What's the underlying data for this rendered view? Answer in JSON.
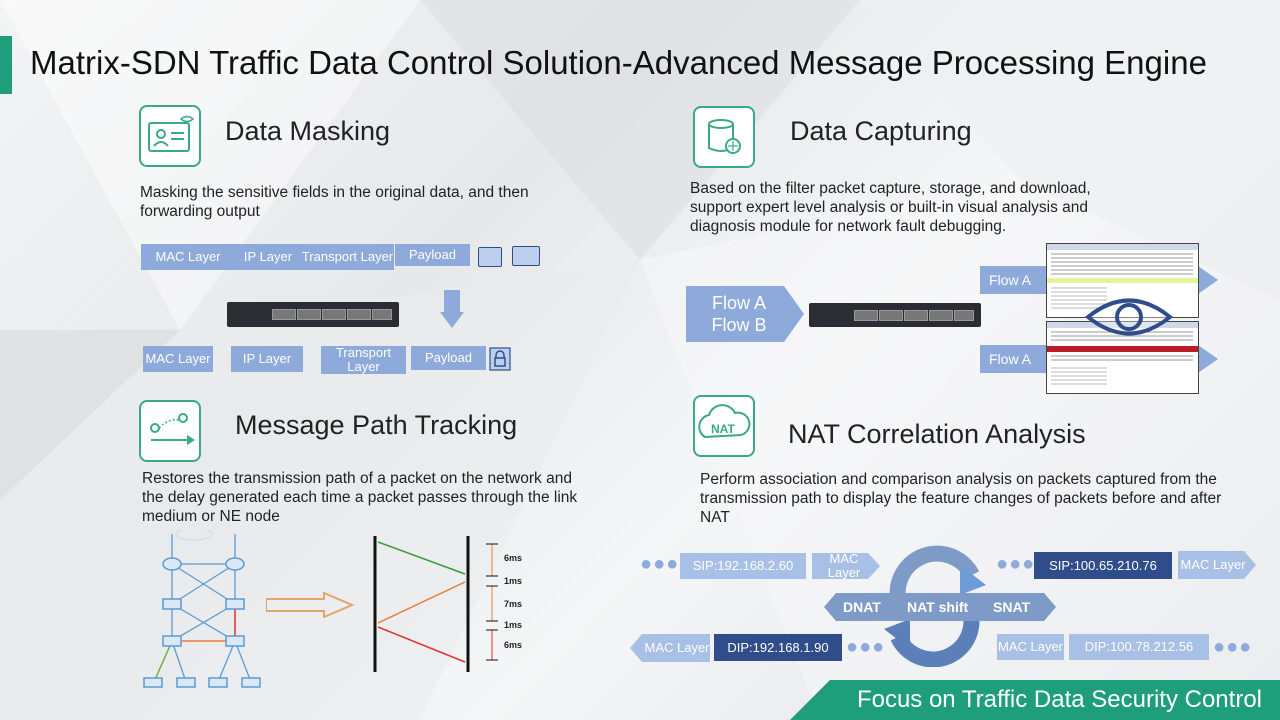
{
  "title": "Matrix-SDN Traffic Data Control Solution-Advanced Message Processing Engine",
  "footer": "Focus on Traffic Data Security Control",
  "masking": {
    "title": "Data Masking",
    "desc": "Masking the sensitive fields in the original data, and then forwarding output",
    "top_layers": [
      "MAC Layer",
      "IP Layer",
      "Transport Layer",
      "Payload"
    ],
    "bottom_layers": [
      "MAC Layer",
      "IP Layer",
      "Transport Layer",
      "Payload"
    ]
  },
  "capturing": {
    "title": "Data Capturing",
    "desc": "Based on the filter packet capture, storage, and download, support expert level analysis or built-in visual analysis and diagnosis module for network fault debugging.",
    "flow_in_1": "Flow A",
    "flow_in_2": "Flow B",
    "flow_out_1": "Flow A",
    "flow_out_2": "Flow A"
  },
  "tracking": {
    "title": "Message Path Tracking",
    "desc": "Restores the transmission path of a packet on the network and the delay generated each time a packet passes through the link medium or NE node",
    "delays": [
      "6ms",
      "1ms",
      "7ms",
      "1ms",
      "6ms"
    ]
  },
  "nat": {
    "title": "NAT Correlation Analysis",
    "desc": "Perform association and comparison analysis on packets captured from the transmission path to display the feature changes of packets before and after NAT",
    "sip_private": "SIP:192.168.2.60",
    "mac_1": "MAC Layer",
    "sip_public": "SIP:100.65.210.76",
    "mac_2": "MAC Layer",
    "dnat": "DNAT",
    "nat_shift": "NAT shift",
    "snat": "SNAT",
    "mac_3": "MAC Layer",
    "dip_private": "DIP:192.168.1.90",
    "mac_4": "MAC Layer",
    "dip_public": "DIP:100.78.212.56",
    "nat_icon_text": "NAT"
  },
  "colors": {
    "accent": "#1e9e7a",
    "pill": "#8eaadb",
    "pill_dark": "#2f4d8a"
  }
}
